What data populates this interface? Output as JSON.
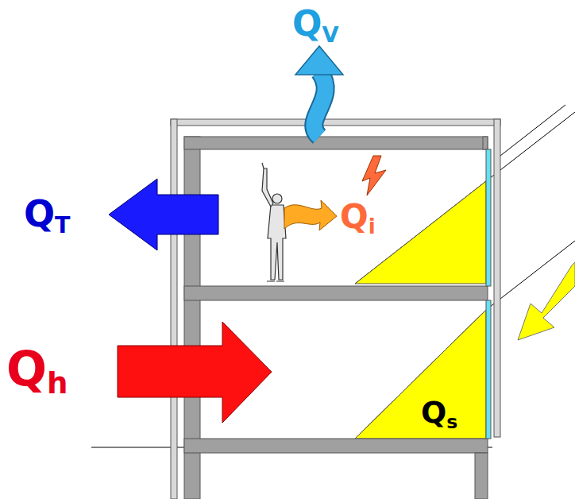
{
  "diagram": {
    "labels": [
      "QV",
      "QT",
      "Qi",
      "Qh",
      "Qs"
    ]
  }
}
